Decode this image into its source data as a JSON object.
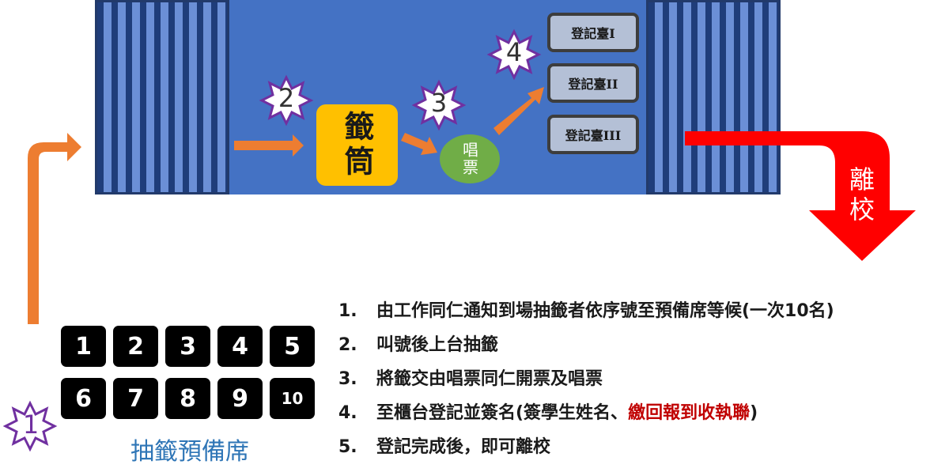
{
  "hall": {
    "lottery_tube": "籤筒",
    "caller": "唱票",
    "desks": [
      "登記臺I",
      "登記臺II",
      "登記臺III"
    ]
  },
  "badges": [
    "1",
    "2",
    "3",
    "4"
  ],
  "exit_label": "離校",
  "waiting_area": {
    "seats": [
      "1",
      "2",
      "3",
      "4",
      "5",
      "6",
      "7",
      "8",
      "9",
      "10"
    ],
    "caption": "抽籤預備席"
  },
  "steps": [
    {
      "num": "1.",
      "text": "由工作同仁通知到場抽籤者依序號至預備席等候(一次10名)"
    },
    {
      "num": "2.",
      "text": "叫號後上台抽籤"
    },
    {
      "num": "3.",
      "text": "將籤交由唱票同仁開票及唱票"
    },
    {
      "num": "4.",
      "text": "至櫃台登記並簽名(簽學生姓名、",
      "highlight": "繳回報到收執聯",
      "tail": ")"
    },
    {
      "num": "5.",
      "text": "登記完成後，即可離校"
    }
  ],
  "colors": {
    "hall": "#4472c4",
    "gate": "#1f3d7a",
    "tube": "#ffc000",
    "caller": "#70ad47",
    "arrow_orange": "#ed7d31",
    "exit_red": "#ff0000",
    "badge_border": "#7030a0",
    "caption_blue": "#2e75b6",
    "highlight_red": "#c00000"
  }
}
